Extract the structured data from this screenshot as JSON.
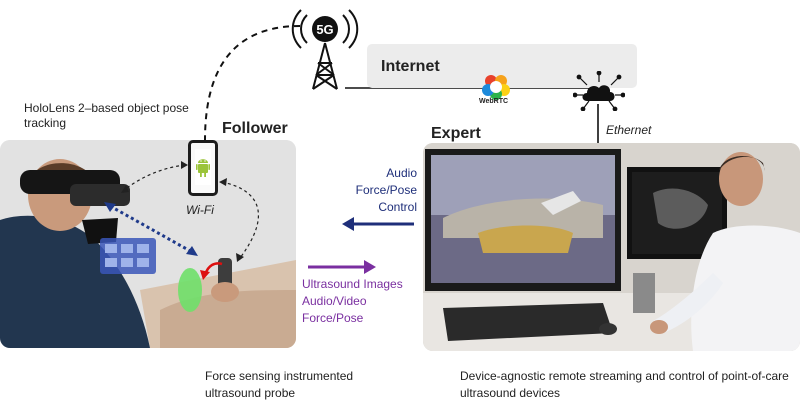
{
  "network": {
    "cell_label": "5G",
    "internet_label": "Internet",
    "webrtc_label": "WebRTC",
    "ethernet_label": "Ethernet"
  },
  "follower": {
    "title": "Follower",
    "tracking_caption": "HoloLens 2–based object pose tracking",
    "wifi_label": "Wi-Fi",
    "probe_caption": "Force sensing instrumented ultrasound probe"
  },
  "expert": {
    "title": "Expert",
    "system_caption": "Device-agnostic remote streaming and control of point-of-care ultrasound devices"
  },
  "streams": {
    "to_follower": {
      "lines": [
        "Audio",
        "Force/Pose",
        "Control"
      ],
      "color": "#1f2f7a"
    },
    "to_expert": {
      "lines": [
        "Ultrasound Images",
        "Audio/Video",
        "Force/Pose"
      ],
      "color": "#7a2fa0"
    }
  },
  "colors": {
    "internet_band": "#ececec",
    "android_green": "#9bc43a",
    "tracking_arrow": "#1f3a8a"
  },
  "icons": {
    "tower": "cell-tower-icon",
    "webrtc": "webrtc-logo-icon",
    "cloud": "cloud-network-icon",
    "phone": "smartphone-icon",
    "android": "android-logo-icon"
  }
}
